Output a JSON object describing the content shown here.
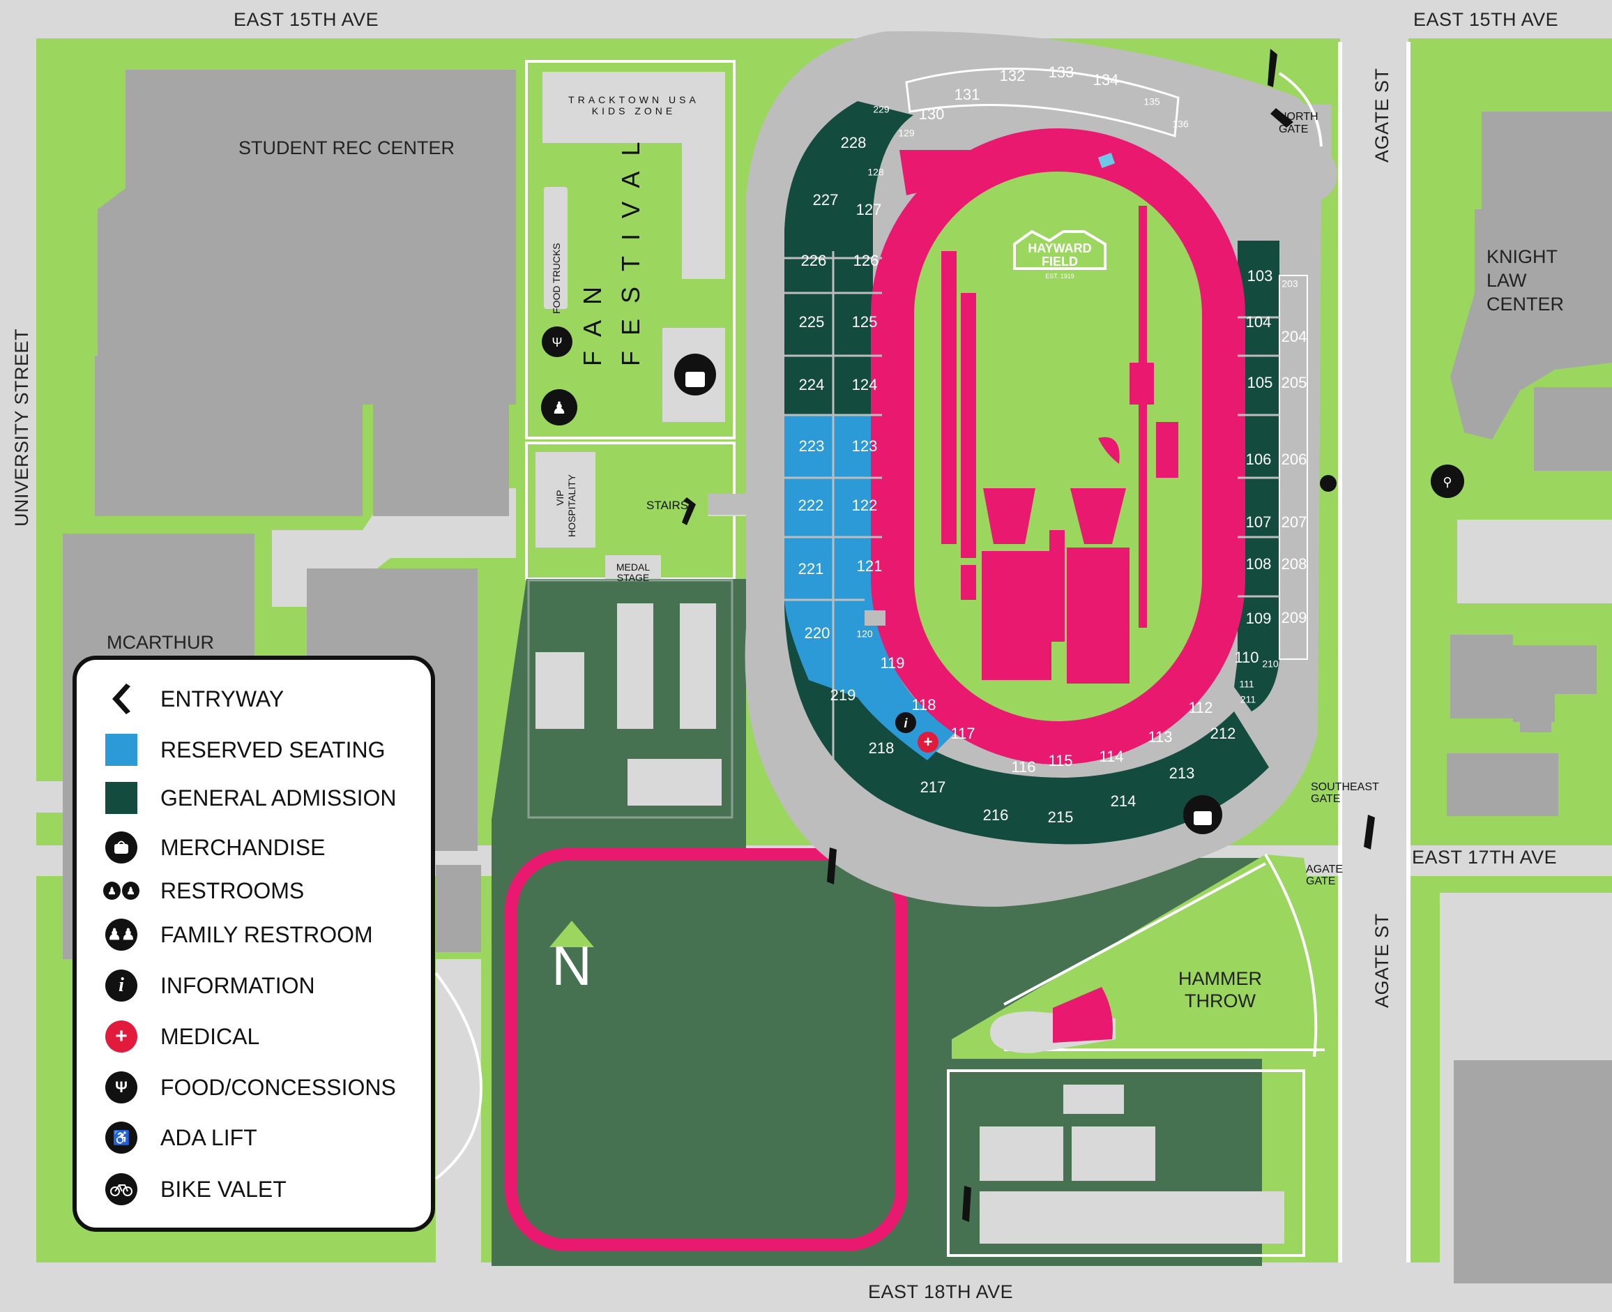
{
  "streets": {
    "east_15th_left": "EAST 15TH AVE",
    "east_15th_right": "EAST 15TH AVE",
    "east_17th": "EAST 17TH AVE",
    "east_18th": "EAST 18TH AVE",
    "university": "UNIVERSITY STREET",
    "agate_top": "AGATE ST",
    "agate_bottom": "AGATE ST"
  },
  "buildings": {
    "student_rec": "STUDENT REC CENTER",
    "knight_law": [
      "KNIGHT",
      "LAW",
      "CENTER"
    ],
    "mcarthur": "MCARTHUR"
  },
  "fan_zone": {
    "kids_zone": [
      "TRACKTOWN USA",
      "KIDS ZONE"
    ],
    "fan_festival": [
      "FAN",
      "FESTIVAL"
    ],
    "food_trucks": "FOOD TRUCKS",
    "vip": [
      "VIP",
      "HOSPITALITY"
    ],
    "stairs": "STAIRS",
    "medal_stage": [
      "MEDAL",
      "STAGE"
    ]
  },
  "gates": {
    "north": [
      "NORTH",
      "GATE"
    ],
    "southeast": [
      "SOUTHEAST",
      "GATE"
    ],
    "agate": [
      "AGATE",
      "GATE"
    ]
  },
  "field": {
    "logo_top": "HAYWARD",
    "logo_bottom": "FIELD",
    "est": "EST. 1919"
  },
  "hammer_throw": [
    "HAMMER",
    "THROW"
  ],
  "north_label": "N",
  "sections": {
    "upper_west": [
      "229",
      "228",
      "227",
      "226",
      "225",
      "224",
      "223",
      "222",
      "221",
      "220",
      "219",
      "218",
      "217",
      "216",
      "215"
    ],
    "lower_west": [
      "130",
      "129",
      "128",
      "127",
      "126",
      "125",
      "124",
      "123",
      "122",
      "121",
      "120",
      "119",
      "118",
      "117",
      "116",
      "115"
    ],
    "north": [
      "131",
      "132",
      "133",
      "134",
      "135",
      "136"
    ],
    "east_lower": [
      "103",
      "104",
      "105",
      "106",
      "107",
      "108",
      "109",
      "110",
      "111",
      "112",
      "113",
      "114"
    ],
    "east_upper": [
      "203",
      "204",
      "205",
      "206",
      "207",
      "208",
      "209",
      "210",
      "211",
      "212",
      "213",
      "214"
    ]
  },
  "legend": {
    "items": [
      {
        "label": "ENTRYWAY",
        "icon": "entry-icon"
      },
      {
        "label": "RESERVED SEATING",
        "icon": "reserved-swatch",
        "color": "#2b9ad6"
      },
      {
        "label": "GENERAL ADMISSION",
        "icon": "ga-swatch",
        "color": "#134b3e"
      },
      {
        "label": "MERCHANDISE",
        "icon": "bag-icon"
      },
      {
        "label": "RESTROOMS",
        "icon": "restroom-icon"
      },
      {
        "label": "FAMILY RESTROOM",
        "icon": "family-restroom-icon"
      },
      {
        "label": "INFORMATION",
        "icon": "info-icon"
      },
      {
        "label": "MEDICAL",
        "icon": "medical-icon",
        "color": "#e21b3c"
      },
      {
        "label": "FOOD/CONCESSIONS",
        "icon": "food-icon"
      },
      {
        "label": "ADA LIFT",
        "icon": "ada-lift-icon"
      },
      {
        "label": "BIKE VALET",
        "icon": "bike-icon"
      }
    ]
  },
  "colors": {
    "grass": "#9bd65f",
    "ga": "#134b3e",
    "reserved": "#2b9ad6",
    "track": "#e8196f",
    "concrete": "#bdbdbd",
    "building": "#a6a6a6",
    "warmup": "#467252"
  }
}
